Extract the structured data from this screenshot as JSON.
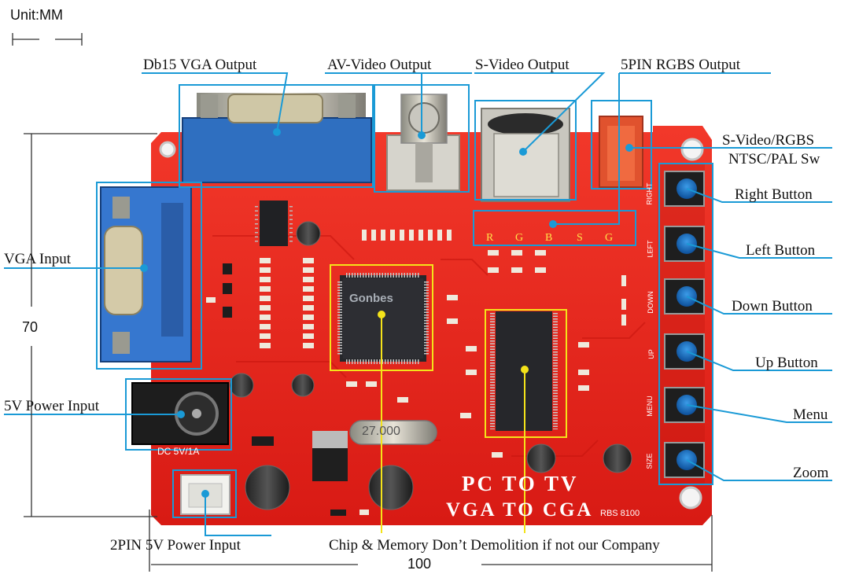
{
  "unit_label": "Unit:MM",
  "dimensions": {
    "height": "70",
    "width": "100"
  },
  "labels": {
    "db15_vga_output": "Db15 VGA Output",
    "av_video_output": "AV-Video  Output",
    "s_video_output": "S-Video  Output",
    "rgbs_output": "5PIN RGBS Output",
    "svideo_rgbs_switch_line1": "S-Video/RGBS",
    "svideo_rgbs_switch_line2": "NTSC/PAL Sw",
    "right_button": "Right  Button",
    "left_button": "Left  Button",
    "down_button": "Down  Button",
    "up_button": "Up  Button",
    "menu": "Menu",
    "zoom": "Zoom",
    "vga_input": "VGA Input",
    "power_input": "5V Power Input",
    "two_pin_power": "2PIN 5V Power Input",
    "chip_notice": "Chip & Memory Don’t Demolition if not our Company"
  },
  "board": {
    "title_line1": "PC  TO  TV",
    "title_line2": "VGA  TO  CGA",
    "model": "RBS  8100",
    "chip_brand": "Gonbes",
    "crystal": "27.000",
    "dc_label": "DC  5V/1A",
    "rgbs_pins": [
      "R",
      "G",
      "B",
      "S",
      "G"
    ],
    "button_silk": [
      "RIGHT",
      "LEFT",
      "DOWN",
      "UP",
      "MENU",
      "SIZE"
    ]
  },
  "colors": {
    "pcb": "#e8231c",
    "callout": "#1a9ad6",
    "chip_box": "#f4e31a",
    "connector_blue": "#2f6fc0"
  }
}
